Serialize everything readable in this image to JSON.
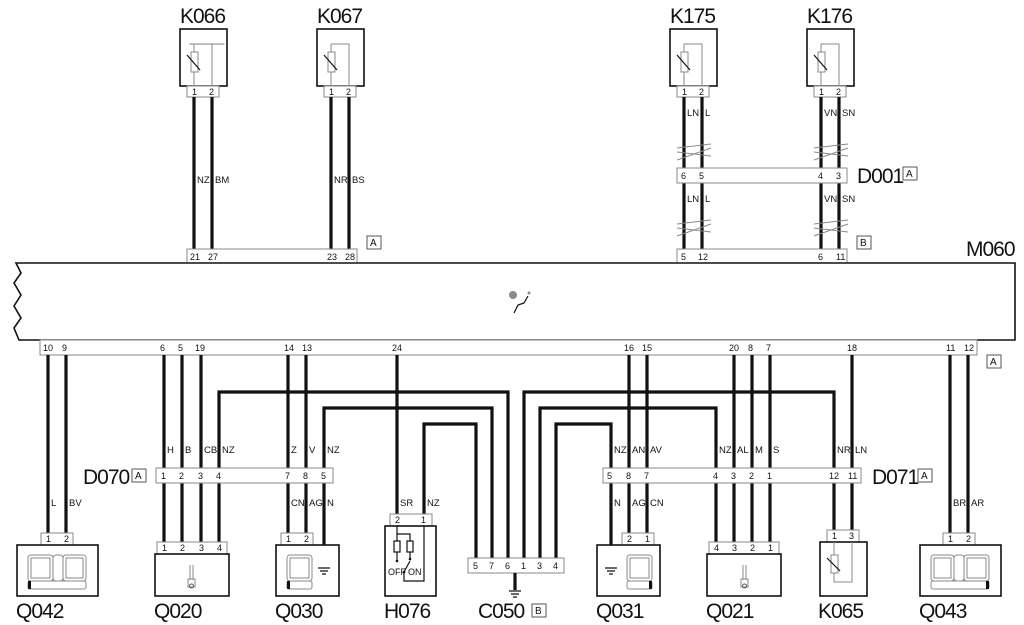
{
  "diagram": {
    "main_unit": {
      "id": "M060",
      "side_a_tag": "A",
      "side_b_tag": "B"
    },
    "top_components": [
      {
        "id": "K066",
        "pins": [
          "1",
          "2"
        ],
        "wires": [
          "NZ",
          "BM"
        ],
        "m060_pins": [
          "21",
          "27"
        ]
      },
      {
        "id": "K067",
        "pins": [
          "1",
          "2"
        ],
        "wires": [
          "NR",
          "BS"
        ],
        "m060_pins": [
          "23",
          "28"
        ]
      },
      {
        "id": "K175",
        "pins": [
          "1",
          "2"
        ],
        "wires_upper": [
          "LN",
          "L"
        ],
        "d001_pins": [
          "6",
          "5"
        ],
        "wires_lower": [
          "LN",
          "L"
        ],
        "m060_pins": [
          "5",
          "12"
        ]
      },
      {
        "id": "K176",
        "pins": [
          "1",
          "2"
        ],
        "wires_upper": [
          "VN",
          "SN"
        ],
        "d001_pins": [
          "4",
          "3"
        ],
        "wires_lower": [
          "VN",
          "SN"
        ],
        "m060_pins": [
          "6",
          "11"
        ]
      }
    ],
    "top_connector_tag_a": "A",
    "top_connector_tag_b": "B",
    "d001": {
      "id": "D001",
      "tag": "A"
    },
    "m060_bottom_pins": [
      "10",
      "9",
      "6",
      "5",
      "19",
      "14",
      "13",
      "24",
      "16",
      "15",
      "20",
      "8",
      "7",
      "18",
      "11",
      "12"
    ],
    "m060_bottom_tag": "A",
    "d070": {
      "id": "D070",
      "tag": "A",
      "pins": [
        "1",
        "2",
        "3",
        "4",
        "7",
        "8",
        "5"
      ],
      "upper_wires": [
        "H",
        "B",
        "CB",
        "NZ",
        "Z",
        "V",
        "NZ"
      ],
      "lower_wires": [
        "CN",
        "AG",
        "N"
      ]
    },
    "d071": {
      "id": "D071",
      "tag": "A",
      "pins": [
        "5",
        "8",
        "7",
        "4",
        "3",
        "2",
        "1",
        "12",
        "11"
      ],
      "upper_wires": [
        "NZ",
        "AN",
        "AV",
        "NZ",
        "AL",
        "M",
        "S",
        "NR",
        "LN"
      ],
      "lower_wires": [
        "N",
        "AG",
        "CN"
      ]
    },
    "bottom_components": [
      {
        "id": "Q042",
        "pins": [
          "1",
          "2"
        ],
        "wires": [
          "L",
          "BV"
        ]
      },
      {
        "id": "Q020",
        "pins": [
          "1",
          "2",
          "3",
          "4"
        ]
      },
      {
        "id": "Q030",
        "pins": [
          "1",
          "2"
        ]
      },
      {
        "id": "H076",
        "pins": [
          "2",
          "1"
        ],
        "wires": [
          "SR",
          "NZ"
        ],
        "switch_off": "OFF",
        "switch_on": "ON"
      },
      {
        "id": "C050",
        "tag": "B",
        "pins": [
          "5",
          "7",
          "6",
          "1",
          "3",
          "4"
        ]
      },
      {
        "id": "Q031",
        "pins": [
          "2",
          "1"
        ]
      },
      {
        "id": "Q021",
        "pins": [
          "4",
          "3",
          "2",
          "1"
        ]
      },
      {
        "id": "K065",
        "pins": [
          "1",
          "3"
        ]
      },
      {
        "id": "Q043",
        "pins": [
          "1",
          "2"
        ],
        "wires": [
          "BR",
          "AR"
        ]
      }
    ]
  }
}
